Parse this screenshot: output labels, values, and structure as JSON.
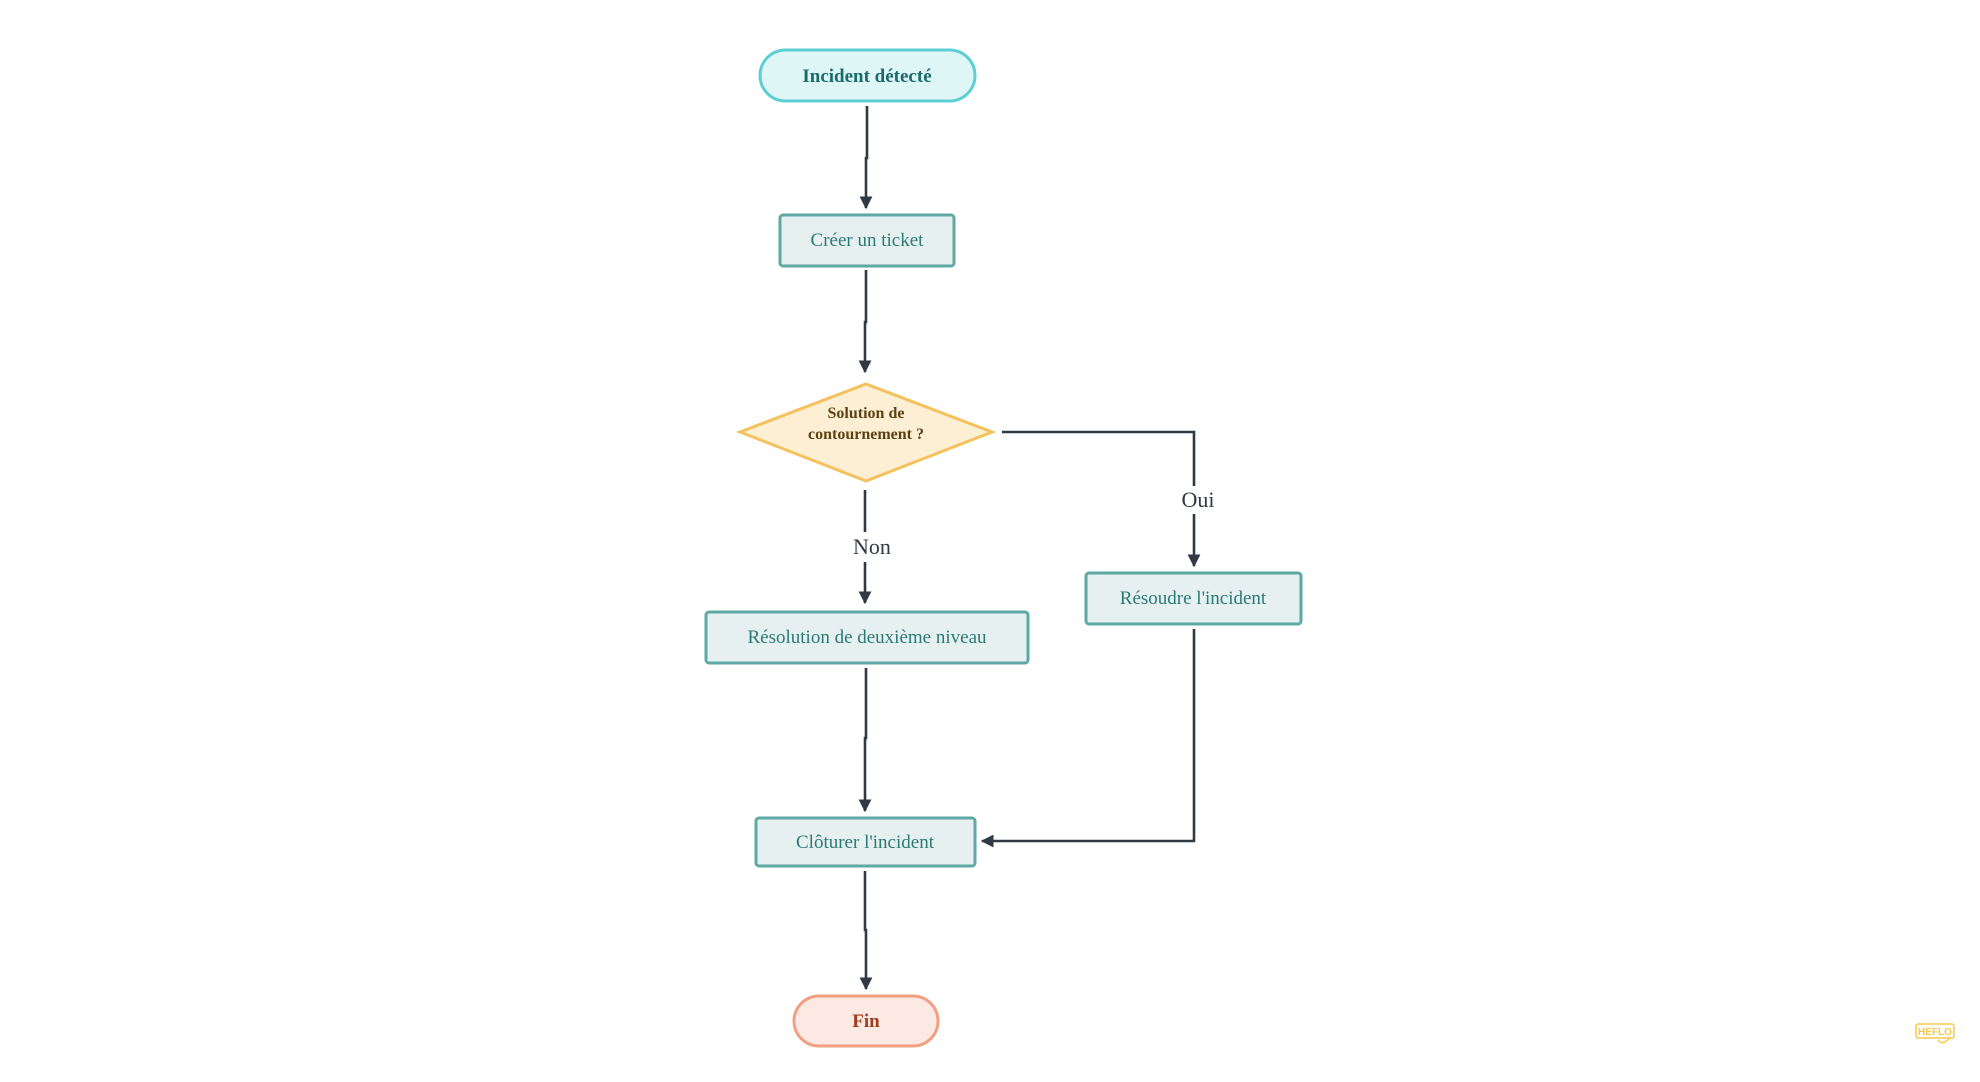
{
  "nodes": {
    "start": {
      "label": "Incident détecté"
    },
    "create_ticket": {
      "label": "Créer un ticket"
    },
    "decision": {
      "line1": "Solution de",
      "line2": "contournement ?"
    },
    "second_level": {
      "label": "Résolution de deuxième niveau"
    },
    "resolve": {
      "label": "Résoudre l'incident"
    },
    "close": {
      "label": "Clôturer l'incident"
    },
    "end": {
      "label": "Fin"
    }
  },
  "edges": {
    "yes_label": "Oui",
    "no_label": "Non"
  },
  "logo": {
    "text": "HEFLO"
  },
  "colors": {
    "start_fill": "#dff6f7",
    "start_stroke": "#5ccfd4",
    "start_text": "#1a6b6b",
    "task_fill": "#e7f0f0",
    "task_stroke": "#5ea9a4",
    "task_text": "#2a7a74",
    "decision_fill": "#fdefd3",
    "decision_stroke": "#f5c15c",
    "decision_text": "#5a4212",
    "end_fill": "#fde9e4",
    "end_stroke": "#f0a080",
    "end_text": "#a03d1d",
    "edge": "#2f3a45",
    "logo": "#f5c84c"
  }
}
